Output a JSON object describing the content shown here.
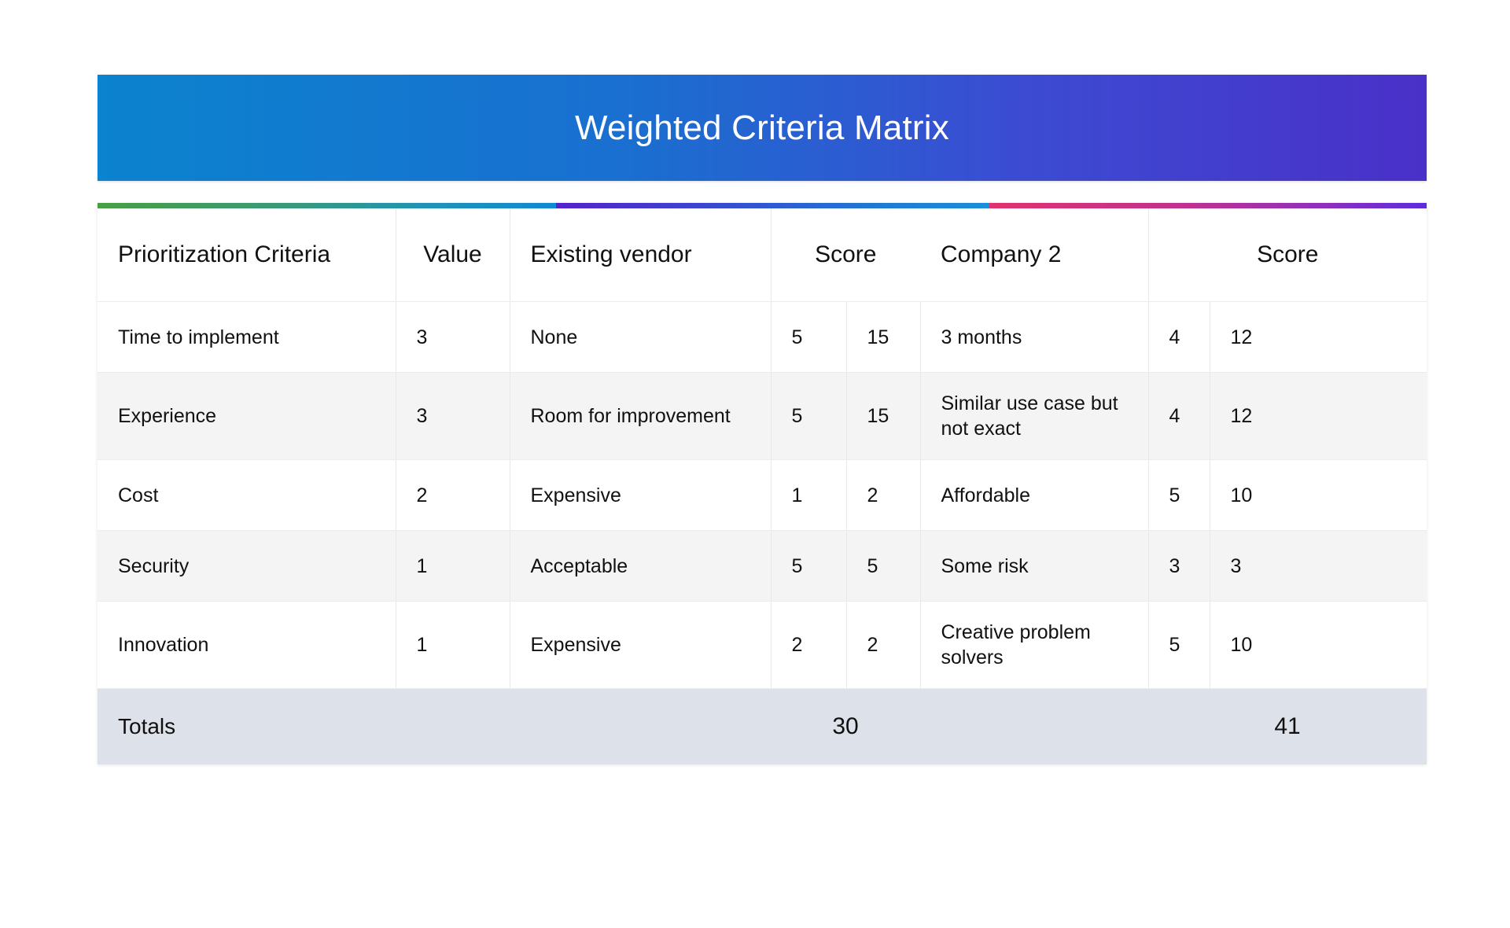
{
  "banner": {
    "title": "Weighted Criteria Matrix",
    "gradient_from": "#0b83ce",
    "gradient_to": "#4a30c8"
  },
  "accent_bar": {
    "segments": [
      {
        "name": "green-to-blue",
        "from": "#4a9e45",
        "to": "#1189d4"
      },
      {
        "name": "purple-to-blue",
        "from": "#5522cc",
        "to": "#1b8fd8"
      },
      {
        "name": "pink-to-purple",
        "from": "#e0336e",
        "to": "#5a2ddc"
      }
    ]
  },
  "table": {
    "headers": {
      "criteria": "Prioritization Criteria",
      "value": "Value",
      "vendor_a": "Existing vendor",
      "score_a": "Score",
      "vendor_b": "Company 2",
      "score_b": "Score"
    },
    "rows": [
      {
        "criteria": "Time to implement",
        "value": "3",
        "vendor_a": "None",
        "score_a_raw": "5",
        "score_a_weighted": "15",
        "vendor_b": "3 months",
        "score_b_raw": "4",
        "score_b_weighted": "12"
      },
      {
        "criteria": "Experience",
        "value": "3",
        "vendor_a": "Room for improvement",
        "score_a_raw": "5",
        "score_a_weighted": "15",
        "vendor_b": "Similar use case but not exact",
        "score_b_raw": "4",
        "score_b_weighted": "12"
      },
      {
        "criteria": "Cost",
        "value": "2",
        "vendor_a": "Expensive",
        "score_a_raw": "1",
        "score_a_weighted": "2",
        "vendor_b": "Affordable",
        "score_b_raw": "5",
        "score_b_weighted": "10"
      },
      {
        "criteria": "Security",
        "value": "1",
        "vendor_a": "Acceptable",
        "score_a_raw": "5",
        "score_a_weighted": "5",
        "vendor_b": "Some risk",
        "score_b_raw": "3",
        "score_b_weighted": "3"
      },
      {
        "criteria": "Innovation",
        "value": "1",
        "vendor_a": "Expensive",
        "score_a_raw": "2",
        "score_a_weighted": "2",
        "vendor_b": "Creative problem solvers",
        "score_b_raw": "5",
        "score_b_weighted": "10"
      }
    ],
    "totals": {
      "label": "Totals",
      "total_a": "30",
      "total_b": "41"
    }
  }
}
